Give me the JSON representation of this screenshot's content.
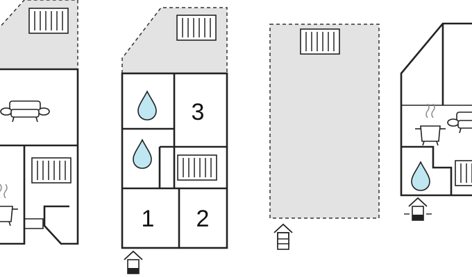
{
  "colors": {
    "wall": "#222222",
    "terrace_fill": "#e3e3e3",
    "water_drop": "#bfe7f2",
    "background": "#ffffff"
  },
  "rooms": {
    "room_1": "1",
    "room_2": "2",
    "room_3": "3"
  },
  "icons": [
    "radiator-icon",
    "sofa-icon",
    "cooking-pot-icon",
    "water-drop-icon",
    "entrance-arrow-icon"
  ]
}
